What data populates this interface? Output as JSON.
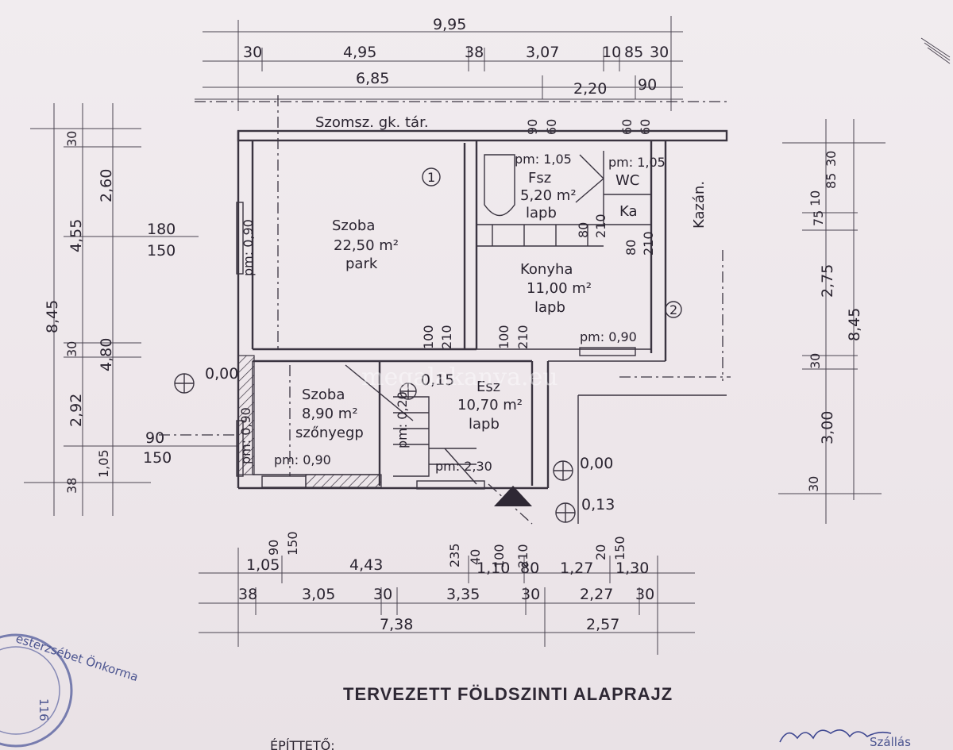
{
  "title": "TERVEZETT FÖLDSZINTI ALAPRAJZ",
  "watermark": "megalakanya.eu",
  "footer_text": "ÉPÍTTETŐ:",
  "signature": "Szállás",
  "stamp_text": [
    "esterzsébet Önkorma",
    "116"
  ],
  "top_dims": {
    "overall": "9,95",
    "row1": [
      "30",
      "4,95",
      "38",
      "3,07",
      "10",
      "85",
      "30"
    ],
    "row2": [
      "6,85",
      "2,20",
      "90"
    ],
    "openings": [
      "90",
      "60",
      "60",
      "60"
    ]
  },
  "bottom_dims": {
    "row1": [
      "1,05",
      "4,43",
      "1,10",
      "80",
      "1,27",
      "1,30"
    ],
    "row2": [
      "38",
      "3,05",
      "30",
      "3,35",
      "30",
      "2,27",
      "30"
    ],
    "row3": [
      "7,38",
      "2,57"
    ],
    "openings": [
      "90",
      "150",
      "235",
      "40",
      "100",
      "210",
      "20",
      "150"
    ]
  },
  "left_dims": {
    "outer": "8,45",
    "col": [
      "30",
      "2,60",
      "4,55",
      "30",
      "4,80",
      "2,92",
      "1,05",
      "38"
    ],
    "windows": [
      "180",
      "150",
      "90",
      "150"
    ]
  },
  "right_dims": {
    "outer": "8,45",
    "col": [
      "30",
      "85",
      "10",
      "75",
      "2,75",
      "30",
      "3,00",
      "30"
    ]
  },
  "rooms": [
    {
      "name": "Szoba",
      "area": "22,50 m²",
      "floor": "park"
    },
    {
      "name": "Konyha",
      "area": "11,00 m²",
      "floor": "lapb"
    },
    {
      "name": "Szoba",
      "area": "8,90 m²",
      "floor": "szőnyegp"
    },
    {
      "name": "Esz",
      "area": "10,70 m²",
      "floor": "lapb"
    },
    {
      "name": "Fsz",
      "area": "5,20 m²",
      "floor": "lapb"
    }
  ],
  "labels": {
    "storage": "Szomsz. gk. tár.",
    "boiler": "Kazán.",
    "wc": "WC",
    "ka": "Ka",
    "marker1": "1",
    "marker2": "2"
  },
  "sill_heights": [
    "pm: 1,05",
    "pm: 1,05",
    "pm: 0,90",
    "pm: 0,90",
    "pm: 0,90",
    "pm: 0,90",
    "pm: 0,20",
    "pm: 2,30"
  ],
  "elevations": [
    "0,00",
    "0,15",
    "0,00",
    "0,13"
  ],
  "door_dims": [
    "80",
    "210",
    "80",
    "210",
    "100",
    "210",
    "100",
    "210"
  ]
}
